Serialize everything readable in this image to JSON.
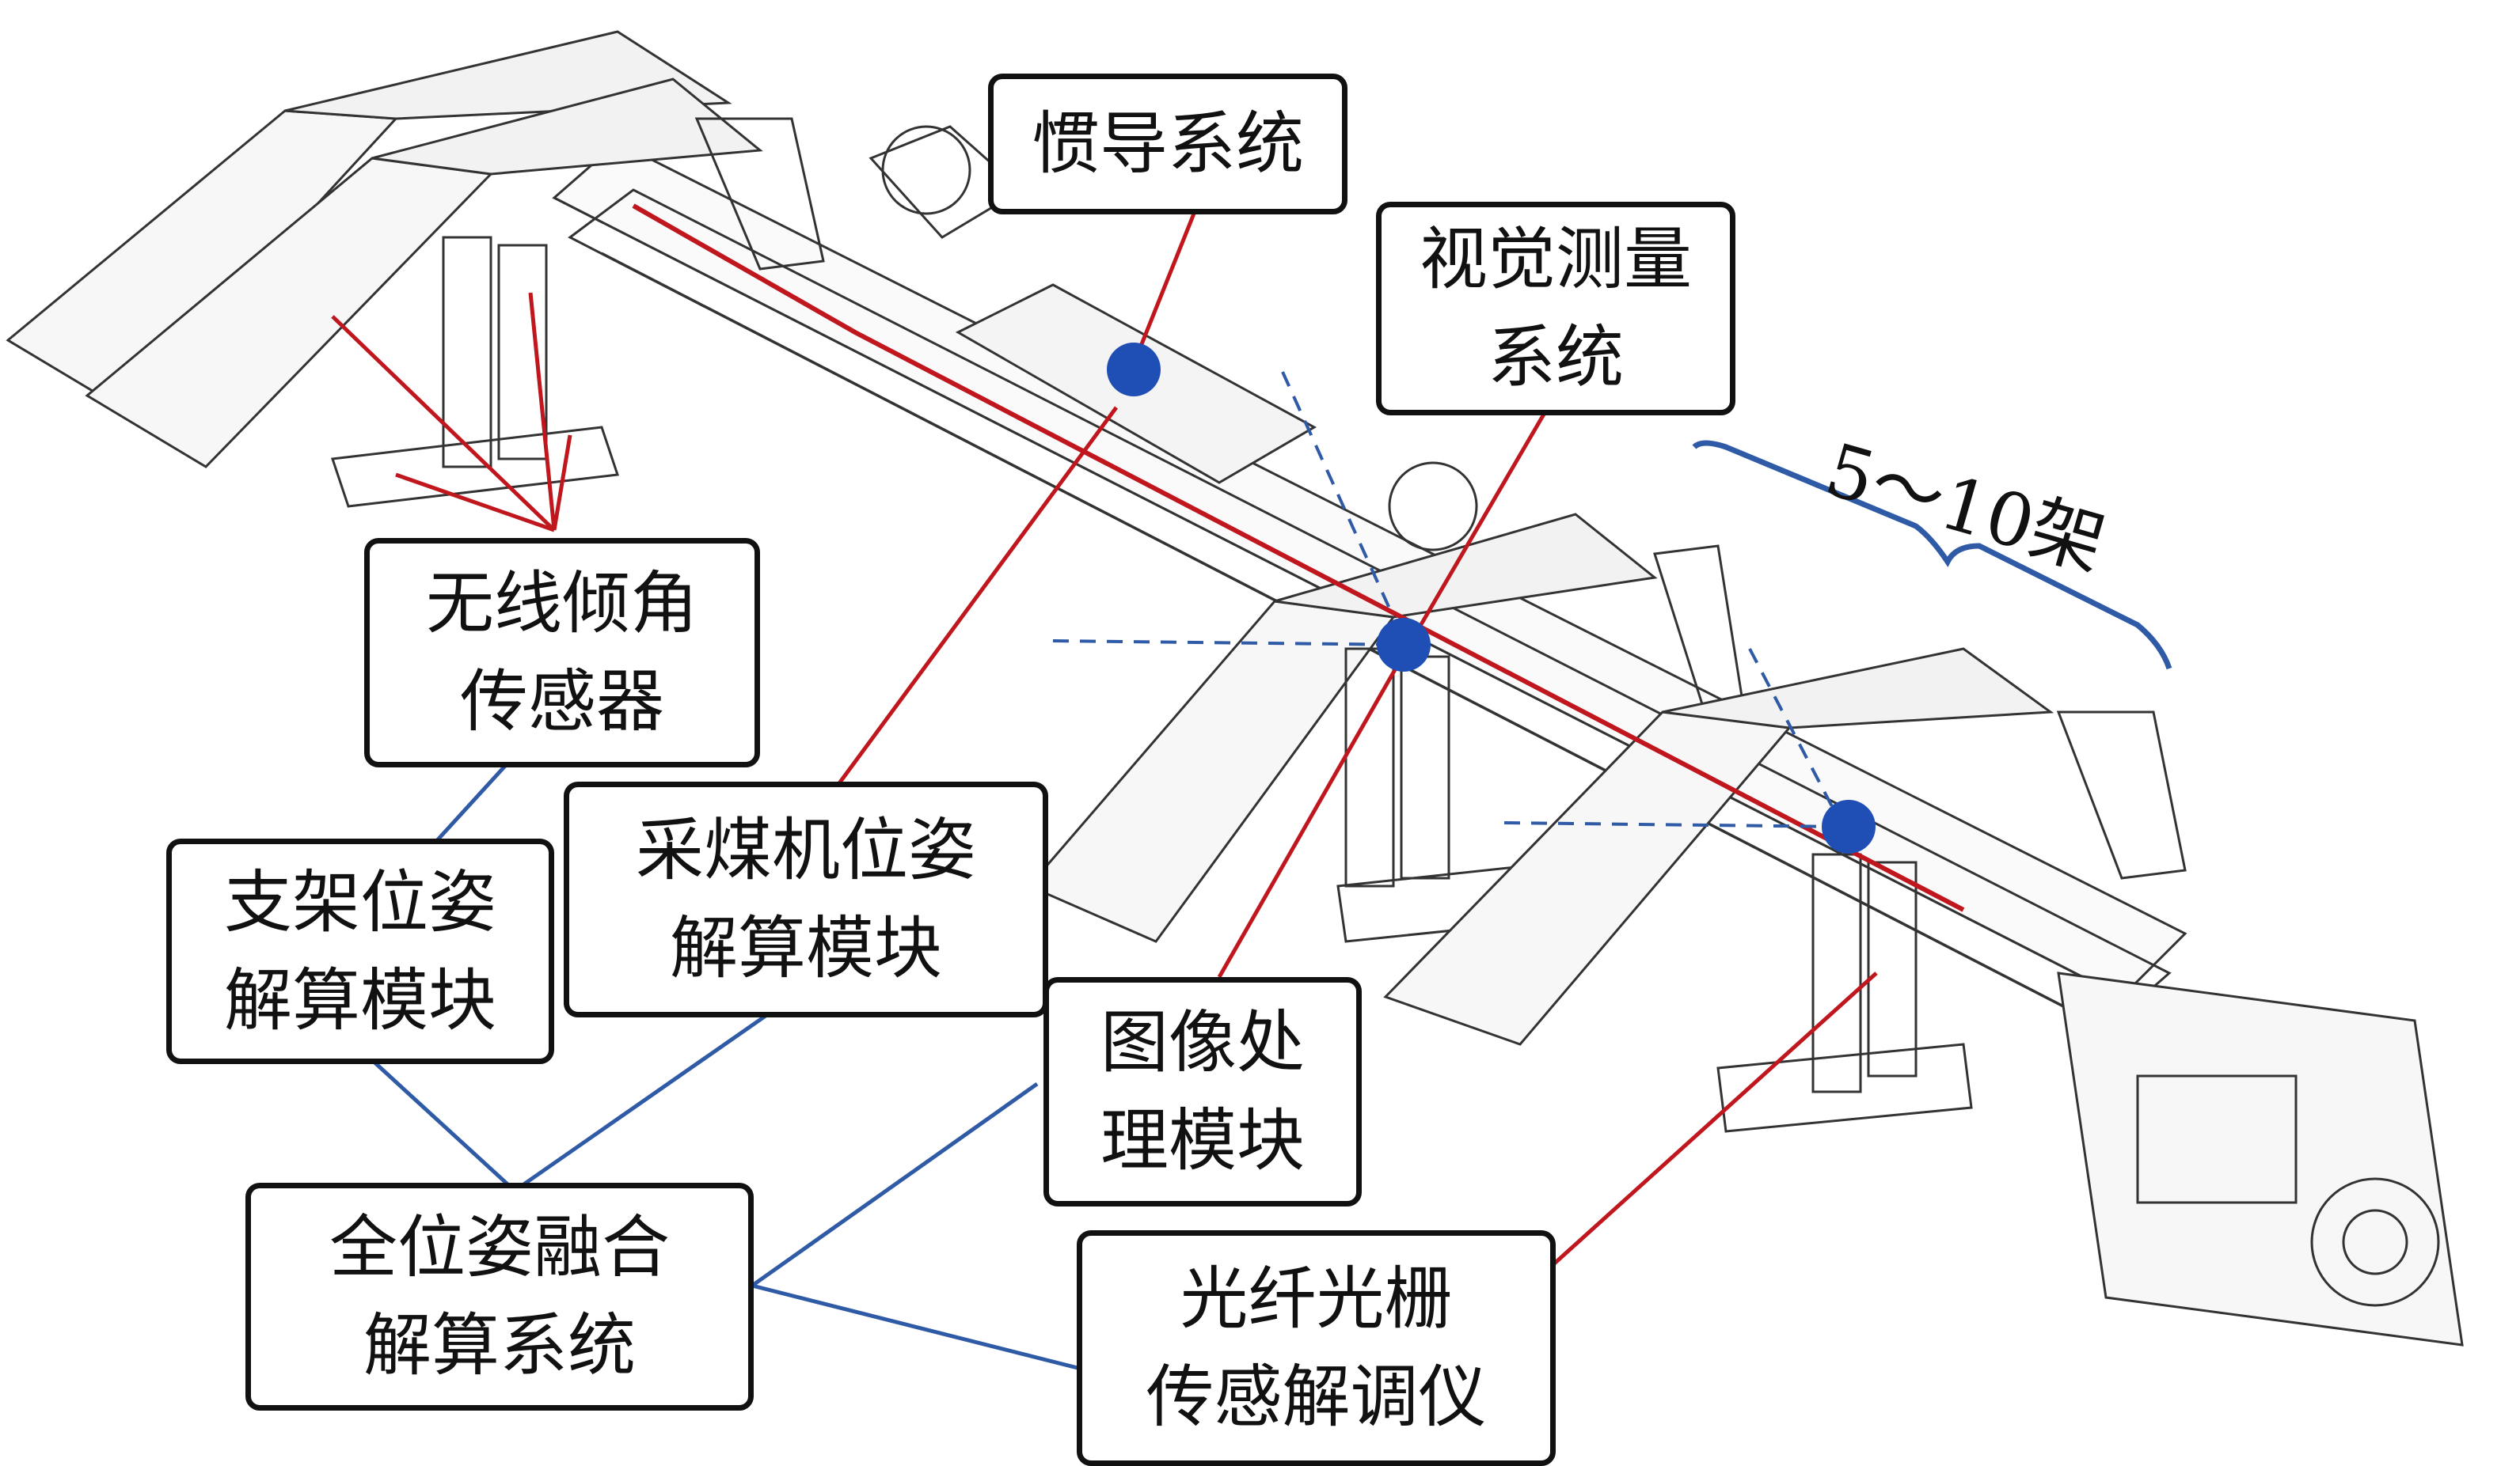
{
  "labels": {
    "inertial": [
      "惯导系统"
    ],
    "vision": [
      "视觉测量",
      "系统"
    ],
    "tilt": [
      "无线倾角",
      "传感器"
    ],
    "support": [
      "支架位姿",
      "解算模块"
    ],
    "shearer": [
      "采煤机位姿",
      "解算模块"
    ],
    "image": [
      "图像处",
      "理模块"
    ],
    "fusion": [
      "全位姿融合",
      "解算系统"
    ],
    "fbg": [
      "光纤光栅",
      "传感解调仪"
    ]
  },
  "range_label": "5～10架",
  "colors": {
    "red_line": "#c0161e",
    "blue_line": "#2f5aa6",
    "marker": "#1f4fb4",
    "machine": "#333333"
  }
}
